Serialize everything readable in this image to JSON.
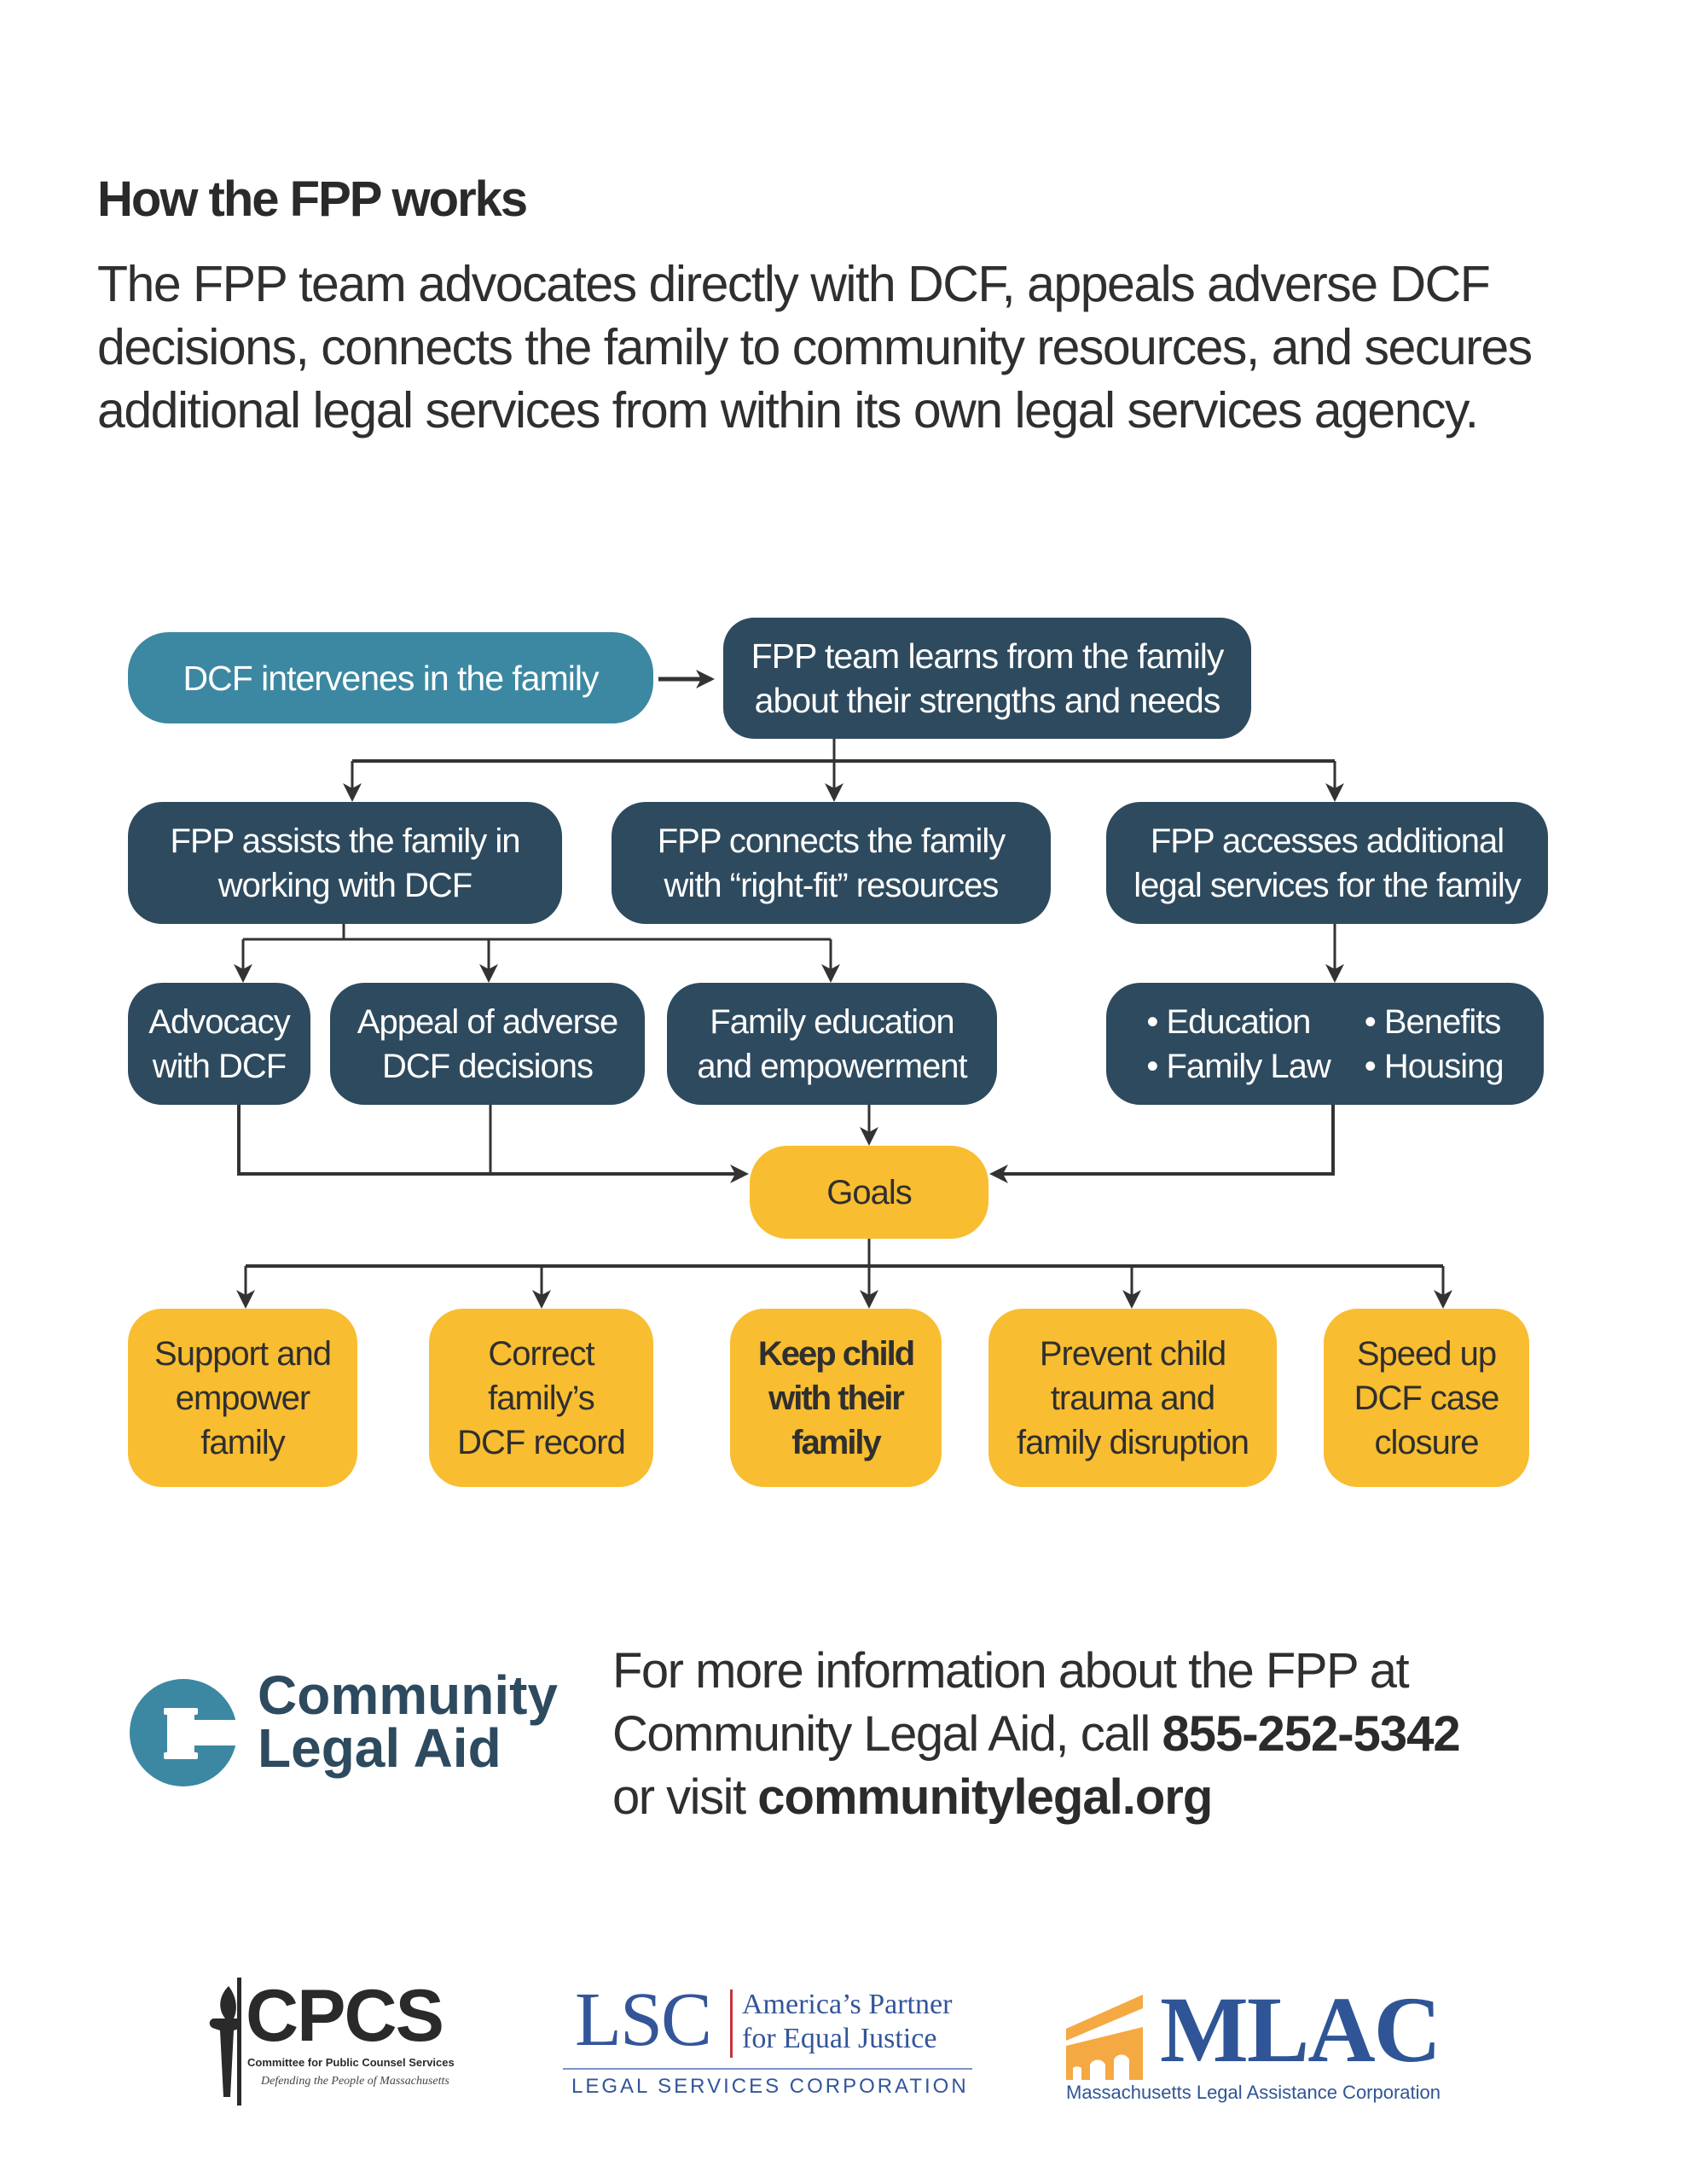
{
  "header": {
    "title": "How the FPP works",
    "intro_lines": [
      "The FPP team advocates directly with DCF, appeals adverse DCF",
      "decisions, connects the family to community resources, and secures",
      "additional legal services from within its own legal services agency."
    ]
  },
  "flowchart": {
    "start": "DCF intervenes in the family",
    "learn": [
      "FPP team learns from the family",
      "about their strengths and needs"
    ],
    "branches": [
      [
        "FPP assists the family in",
        "working with DCF"
      ],
      [
        "FPP connects the family",
        "with “right-fit” resources"
      ],
      [
        "FPP accesses additional",
        "legal services for the family"
      ]
    ],
    "actions": [
      [
        "Advocacy",
        "with DCF"
      ],
      [
        "Appeal of adverse",
        "DCF decisions"
      ],
      [
        "Family education",
        "and empowerment"
      ]
    ],
    "services": [
      "• Education",
      "• Benefits",
      "• Family Law",
      "• Housing"
    ],
    "goals_label": "Goals",
    "goals": [
      [
        "Support and",
        "empower",
        "family"
      ],
      [
        "Correct",
        "family’s",
        "DCF record"
      ],
      [
        "Keep child",
        "with their",
        "family"
      ],
      [
        "Prevent child",
        "trauma and",
        "family disruption"
      ],
      [
        "Speed up",
        "DCF case",
        "closure"
      ]
    ],
    "colors": {
      "start": "#3c88a2",
      "process": "#2e4a5e",
      "goal": "#f8bd30",
      "connector": "#333333"
    }
  },
  "contact": {
    "line1": "For more information about the FPP at",
    "line2_prefix": "Community Legal Aid, call ",
    "phone": "855-252-5342",
    "line3_prefix": "or visit ",
    "website": "communitylegal.org"
  },
  "logos": {
    "cla": {
      "line1": "Community",
      "line2": "Legal Aid",
      "color": "#2d4a5f",
      "accent": "#3c88a2"
    },
    "cpcs": {
      "mark": "CPCS",
      "name": "Committee for Public Counsel Services",
      "tagline": "Defending the People of Massachusetts"
    },
    "lsc": {
      "mark": "LSC",
      "tagline1": "America’s Partner",
      "tagline2": "for Equal Justice",
      "name": "LEGAL SERVICES CORPORATION",
      "color": "#33559a",
      "divider": "#c8343a"
    },
    "mlac": {
      "mark": "MLAC",
      "name": "Massachusetts Legal Assistance Corporation",
      "color": "#2f5596",
      "accent": "#f5a942"
    }
  }
}
